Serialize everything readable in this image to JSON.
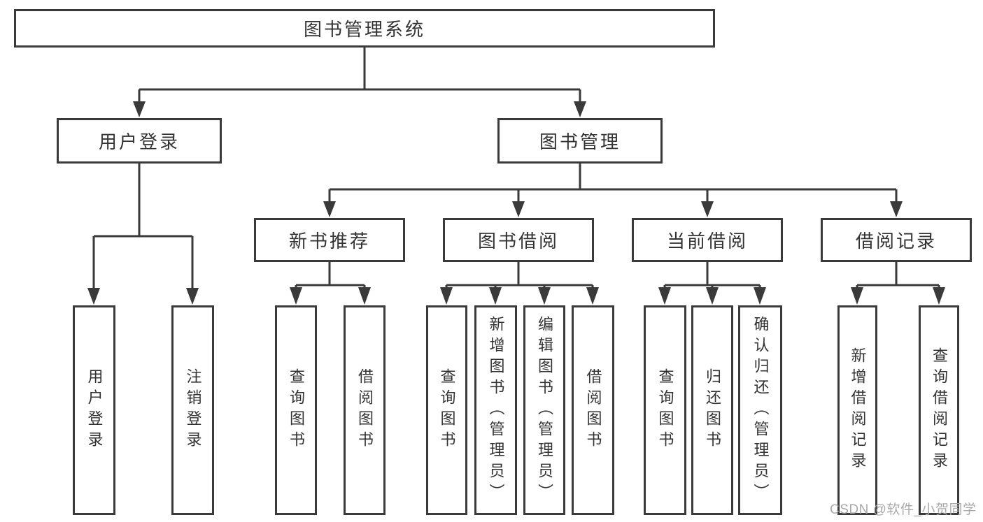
{
  "tree": {
    "label": "图书管理系统",
    "children": [
      {
        "label": "用户登录",
        "children": [
          {
            "label": "用户登录"
          },
          {
            "label": "注销登录"
          }
        ]
      },
      {
        "label": "图书管理",
        "children": [
          {
            "label": "新书推荐",
            "children": [
              {
                "label": "查询图书"
              },
              {
                "label": "借阅图书"
              }
            ]
          },
          {
            "label": "图书借阅",
            "children": [
              {
                "label": "查询图书"
              },
              {
                "label": "新增图书（管理员）"
              },
              {
                "label": "编辑图书（管理员）"
              },
              {
                "label": "借阅图书"
              }
            ]
          },
          {
            "label": "当前借阅",
            "children": [
              {
                "label": "查询图书"
              },
              {
                "label": "归还图书"
              },
              {
                "label": "确认归还（管理员）"
              }
            ]
          },
          {
            "label": "借阅记录",
            "children": [
              {
                "label": "新增借阅记录"
              },
              {
                "label": "查询借阅记录"
              }
            ]
          }
        ]
      }
    ]
  },
  "watermark": {
    "text": "CSDN @软件_小贺同学"
  },
  "colors": {
    "line": "#3a3a3a",
    "box-border": "#3a3a3a",
    "text": "#333333",
    "watermark": "#a9a9a9",
    "background": "#ffffff"
  }
}
